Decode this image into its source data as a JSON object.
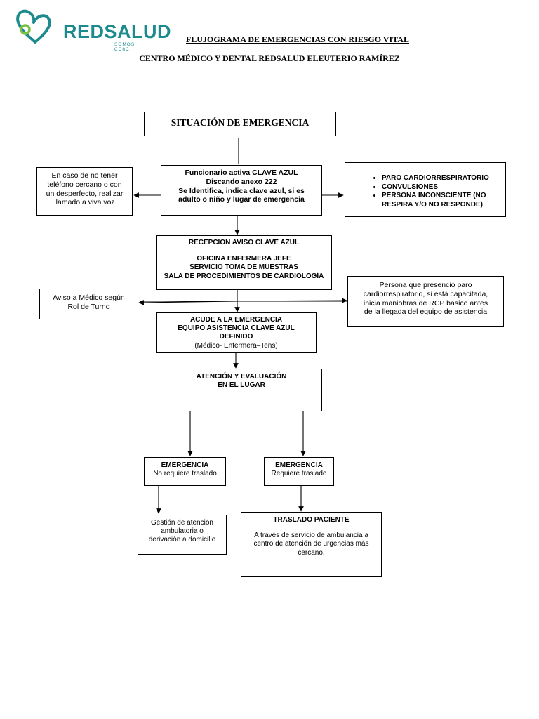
{
  "header": {
    "brand": "REDSALUD",
    "brand_sub": "SOMOS CChC",
    "title": "FLUJOGRAMA DE EMERGENCIAS CON RIESGO VITAL",
    "subtitle": "CENTRO MÉDICO Y DENTAL REDSALUD ELEUTERIO RAMÍREZ"
  },
  "colors": {
    "brand": "#1d8a8e",
    "logo_accent": "#7ac143"
  },
  "nodes": {
    "situacion": "SITUACIÓN DE EMERGENCIA",
    "funcionario": {
      "line1": "Funcionario activa CLAVE AZUL",
      "line2": "Discando anexo 222",
      "line3": "Se Identifica, indica clave azul, si es",
      "line4": "adulto o niño y lugar de emergencia"
    },
    "sin_telefono": {
      "line1": "En caso de no tener",
      "line2": "teléfono cercano o con",
      "line3": "un desperfecto, realizar",
      "line4": "llamado a viva voz"
    },
    "condiciones": {
      "item1": "PARO CARDIORRESPIRATORIO",
      "item2": "CONVULSIONES",
      "item3a": "PERSONA INCONSCIENTE (NO",
      "item3b": "RESPIRA Y/O NO RESPONDE)"
    },
    "recepcion": {
      "line1": "RECEPCION AVISO CLAVE AZUL",
      "line2": "OFICINA ENFERMERA JEFE",
      "line3": "SERVICIO TOMA DE MUESTRAS",
      "line4": "SALA DE PROCEDIMIENTOS DE CARDIOLOGÍA"
    },
    "aviso_medico": {
      "line1": "Aviso a Médico según",
      "line2": "Rol de Turno"
    },
    "persona_presencio": {
      "line1": "Persona que presenció paro",
      "line2": "cardiorrespiratorio, si está capacitada,",
      "line3": "inicia maniobras de RCP básico antes",
      "line4": "de la llegada del equipo de asistencia"
    },
    "acude": {
      "line1": "ACUDE A LA EMERGENCIA",
      "line2": "EQUIPO ASISTENCIA CLAVE AZUL",
      "line3": "DEFINIDO",
      "line4": "(Médico- Enfermera–Tens)"
    },
    "atencion": {
      "line1": "ATENCIÓN Y EVALUACIÓN",
      "line2": "EN EL LUGAR"
    },
    "emergencia_no": {
      "title": "EMERGENCIA",
      "desc": "No requiere traslado"
    },
    "emergencia_si": {
      "title": "EMERGENCIA",
      "desc": "Requiere traslado"
    },
    "gestion": {
      "line1": "Gestión de atención",
      "line2": "ambulatoria o",
      "line3": "derivación a domicilio"
    },
    "traslado": {
      "title": "TRASLADO PACIENTE",
      "line1": "A través de servicio de ambulancia a",
      "line2": "centro de atención de urgencias más",
      "line3": "cercano."
    }
  }
}
